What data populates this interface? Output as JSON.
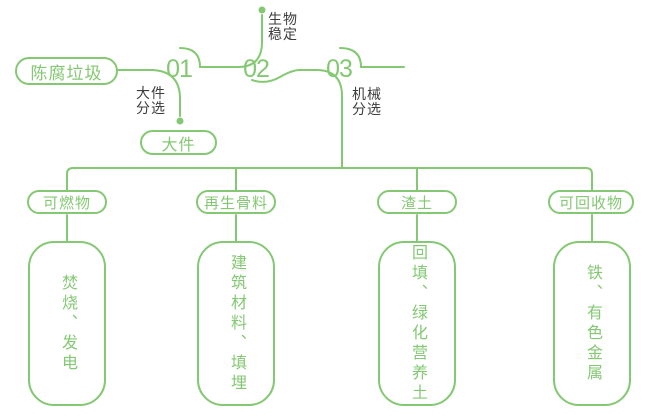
{
  "colors": {
    "green": "#84c873",
    "label_dark": "#3c3c3c",
    "background": "#ffffff"
  },
  "flow": {
    "source_label": "陈腐垃圾",
    "steps": [
      {
        "number": "01",
        "process_lines": [
          "大件",
          "分选"
        ],
        "output_label": "大件"
      },
      {
        "number": "02",
        "process_lines": [
          "生物",
          "稳定"
        ]
      },
      {
        "number": "03",
        "process_lines": [
          "机械",
          "分选"
        ]
      }
    ]
  },
  "outputs": [
    {
      "category": "可燃物",
      "use": "焚烧、发电"
    },
    {
      "category": "再生骨料",
      "use": "建筑材料、填埋"
    },
    {
      "category": "渣土",
      "use": "回填、绿化营养土"
    },
    {
      "category": "可回收物",
      "use": "铁、有色金属"
    }
  ]
}
